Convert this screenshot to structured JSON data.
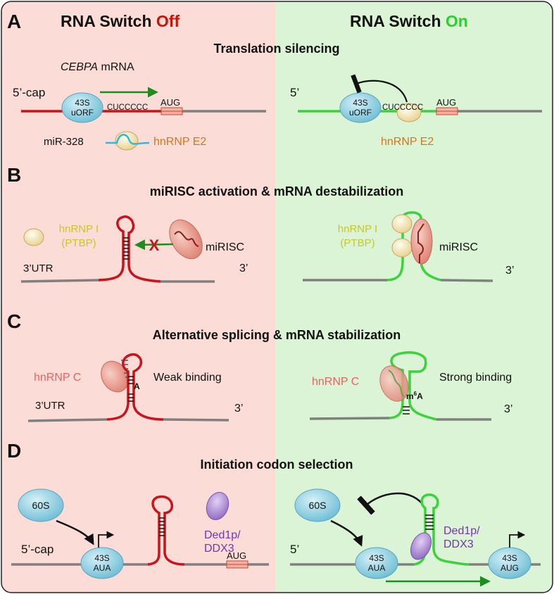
{
  "colors": {
    "off_bg": "#fbdcd6",
    "on_bg": "#dbf4d6",
    "red_rna": "#c8141c",
    "green_rna": "#3cd23c",
    "gray_rna": "#808080",
    "arrow_green": "#1e8c1e",
    "ribosome": "#8ed0e2",
    "hnrnp_e2_text": "#d2781e",
    "hnrnp_i_text": "#c8c828",
    "hnrnp_c_text": "#e66464",
    "ded1_text": "#7832b4",
    "off_word": "#c8140a",
    "on_word": "#2ccf2c"
  },
  "header": {
    "left_title_prefix": "RNA Switch ",
    "left_title_state": "Off",
    "right_title_prefix": "RNA Switch ",
    "right_title_state": "On"
  },
  "panels": {
    "a": {
      "letter": "A",
      "title": "Translation silencing",
      "gene_italic": "CEBPA",
      "gene_suffix": " mRNA",
      "cap_left": "5’-cap",
      "cap_right": "5’",
      "ribosome_top": "43S",
      "ribosome_bottom": "uORF",
      "motif": "CUCCCCC",
      "codon": "AUG",
      "mirna": "miR-328",
      "protein_left": "hnRNP E2",
      "protein_right": "hnRNP E2"
    },
    "b": {
      "letter": "B",
      "title": "miRISC activation & mRNA destabilization",
      "hnrnp_line1": "hnRNP I",
      "hnrnp_line2": "(PTBP)",
      "mirisc": "miRISC",
      "utr": "3’UTR",
      "end_left": "3’",
      "end_right": "3’",
      "block_mark": "X"
    },
    "c": {
      "letter": "C",
      "title": "Alternative splicing & mRNA stabilization",
      "protein": "hnRNP C",
      "weak": "Weak binding",
      "strong": "Strong binding",
      "utr": "3’UTR",
      "end_left": "3’",
      "end_right": "3’",
      "a_label": "A",
      "m6a_m": "m",
      "m6a_sup": "6",
      "m6a_a": "A"
    },
    "d": {
      "letter": "D",
      "title": "Initiation codon selection",
      "large_subunit": "60S",
      "ribosome_top": "43S",
      "codon_left": "AUA",
      "codon_right": "AUG",
      "helicase_line1": "Ded1p/",
      "helicase_line2": "DDX3",
      "cap_left": "5’-cap",
      "cap_right": "5’",
      "aug": "AUG"
    }
  }
}
